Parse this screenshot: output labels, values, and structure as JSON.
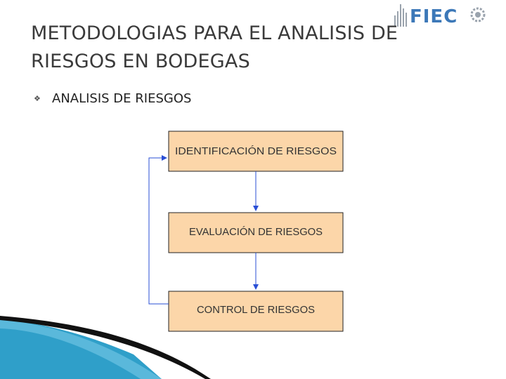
{
  "slide": {
    "title": "METODOLOGIAS PARA EL ANALISIS DE RIESGOS EN BODEGAS",
    "bullet": "ANALISIS DE RIESGOS"
  },
  "logo": {
    "text": "FIEC"
  },
  "diagram": {
    "steps": [
      "IDENTIFICACIÓN DE RIESGOS",
      "EVALUACIÓN DE RIESGOS",
      "CONTROL DE RIESGOS"
    ]
  },
  "colors": {
    "box_fill": "#fcd6a9",
    "box_stroke": "#222222",
    "arrow": "#2a4fd6",
    "title": "#3a3a3a",
    "accent": "#2f9fc9"
  }
}
